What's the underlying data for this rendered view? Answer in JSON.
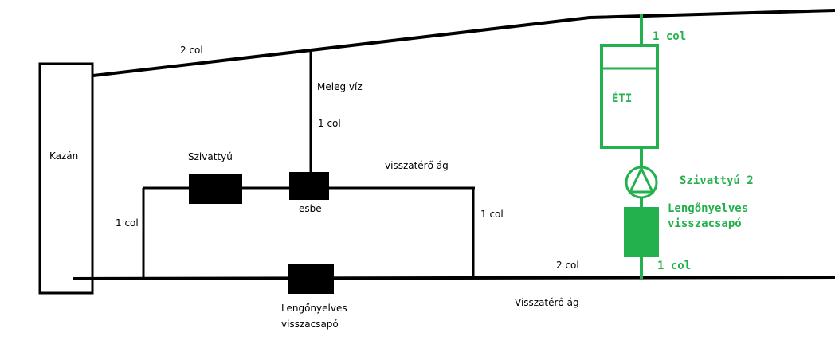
{
  "colors": {
    "black": "#000000",
    "green": "#22b14c",
    "background": "#ffffff"
  },
  "labels": {
    "kazan": "Kazán",
    "pipe_top": "2 col",
    "meleg_viz": "Meleg víz",
    "riser_size": "1 col",
    "szivattyu": "Szivattyú",
    "visszatero_ag_upper": "visszatérő ág",
    "esbe": "esbe",
    "left_branch_size": "1 col",
    "right_branch_size": "1 col",
    "lengonyelves_line1": "Lengőnyelves",
    "lengonyelves_line2": "visszacsapó",
    "bottom_pipe_size": "2 col",
    "visszatero_ag_lower": "Visszatérő ág"
  },
  "green_labels": {
    "top_size": "1 col",
    "eti": "ÉTI",
    "pump2": "Szivattyú 2",
    "check_line1": "Lengőnyelves",
    "check_line2": "visszacsapó",
    "bottom_size": "1 col"
  }
}
